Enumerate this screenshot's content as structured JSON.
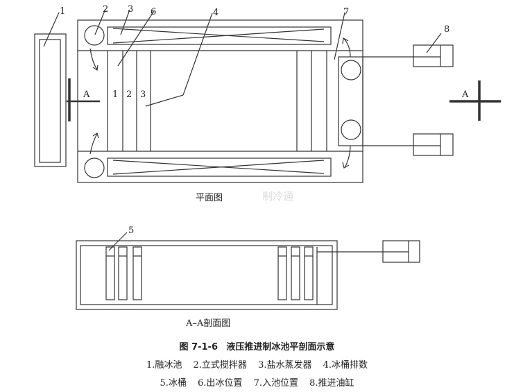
{
  "figure": {
    "plan_label": "平面图",
    "section_label": "A–A剖面图",
    "section_marker": "A",
    "callouts": [
      "1",
      "2",
      "3",
      "4",
      "5",
      "6",
      "7",
      "8"
    ],
    "row_numbers": [
      "1",
      "2",
      "3"
    ],
    "title_number": "图 7-1-6",
    "title_text": "液压推进制冰池平剖面示意",
    "legend": [
      "1.融冰池",
      "2.立式搅拌器",
      "3.盐水蒸发器",
      "4.冰桶排数",
      "5.冰桶",
      "6.出冰位置",
      "7.入池位置",
      "8.推进油缸"
    ],
    "watermark": "制冷通"
  }
}
